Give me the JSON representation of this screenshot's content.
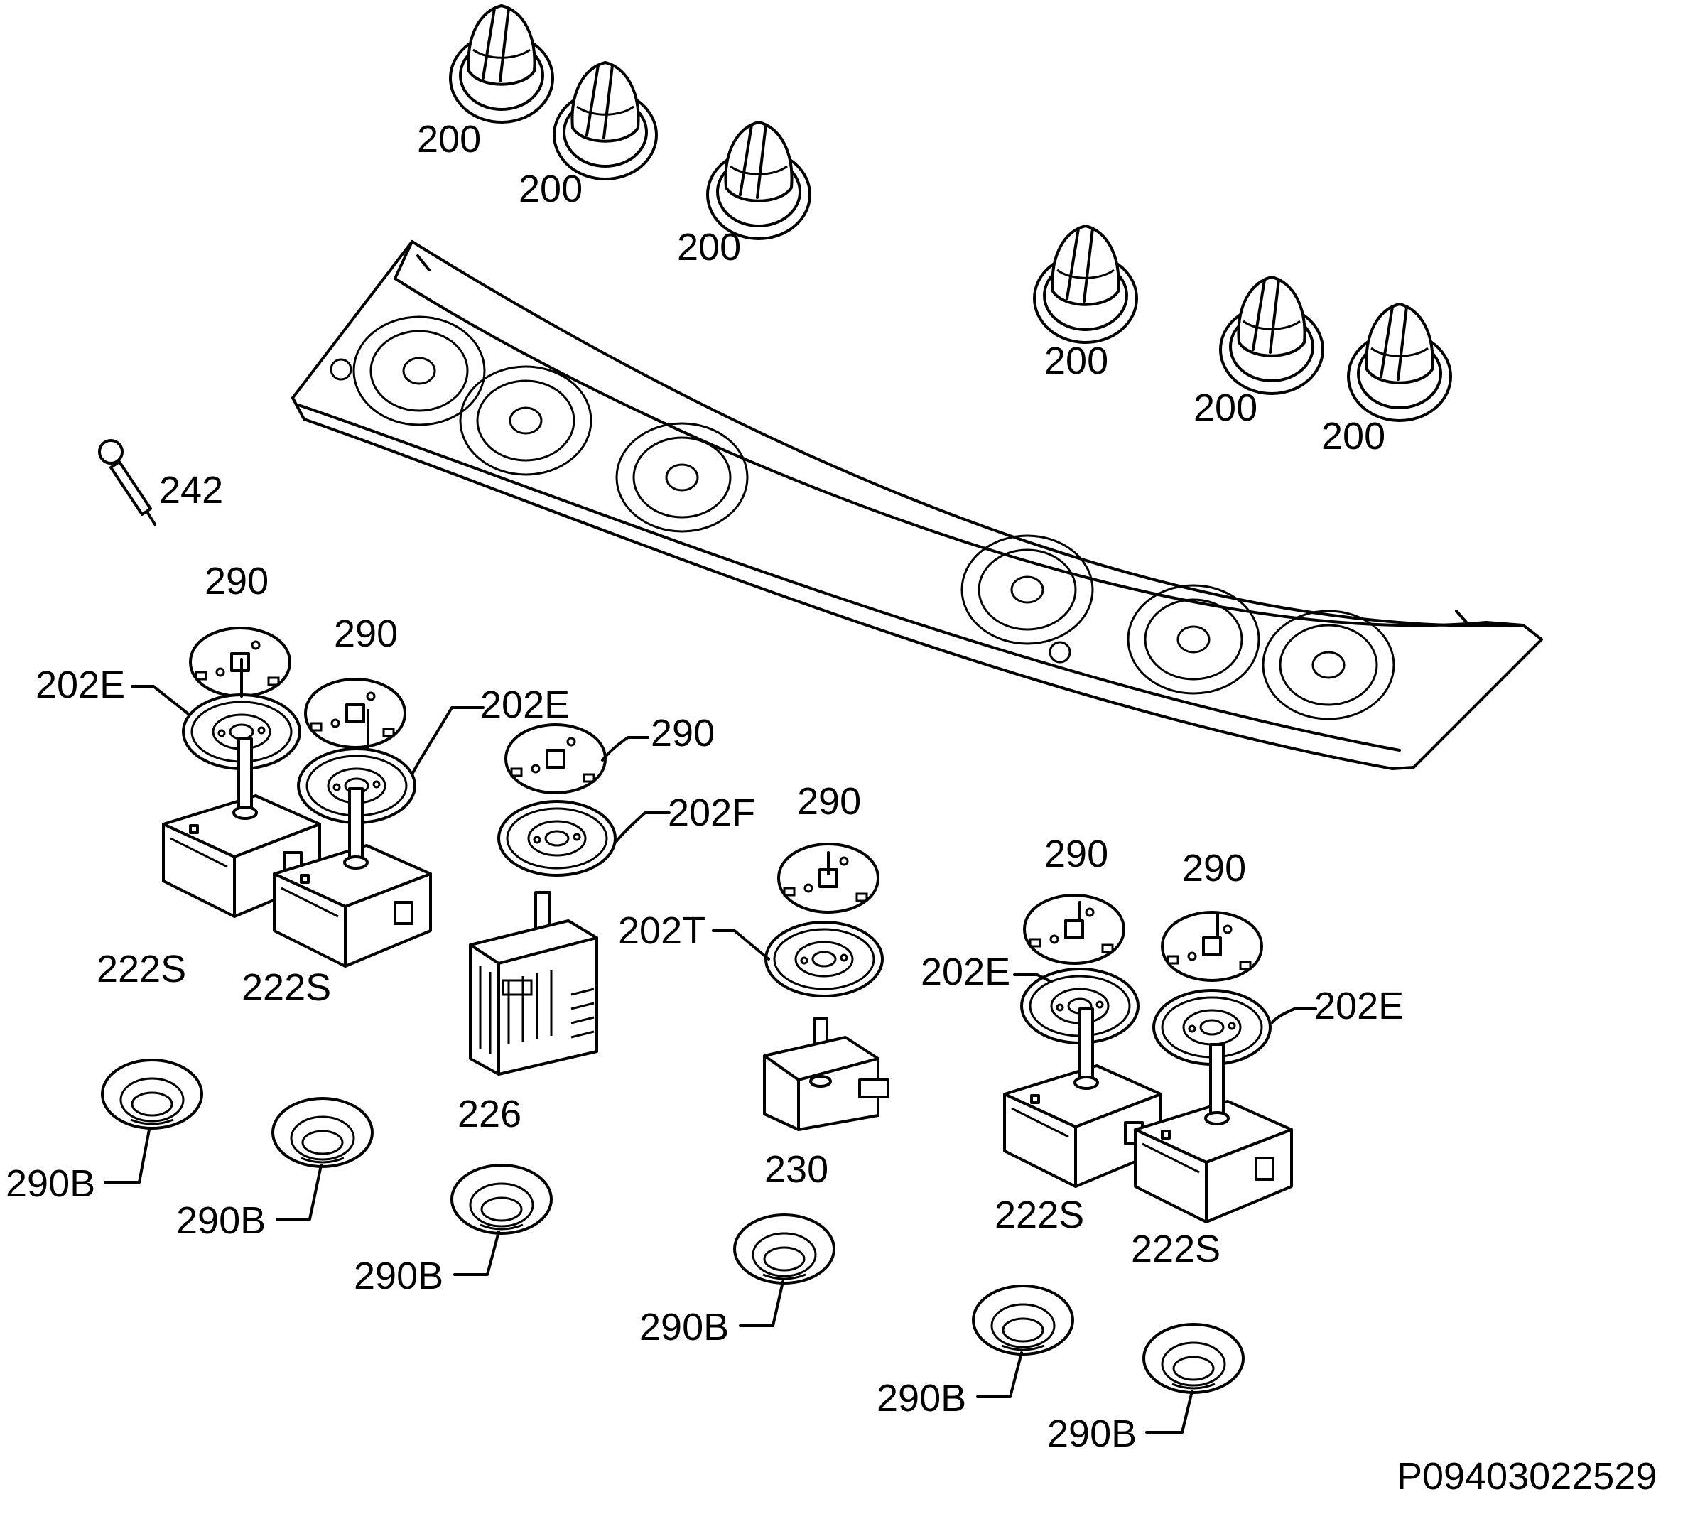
{
  "labels": {
    "knob": "200",
    "ignition": "242",
    "spindle_plate": "290",
    "bezel_e": "202E",
    "bezel_f": "202F",
    "bezel_t": "202T",
    "energy_regulator": "222S",
    "selector_switch": "226",
    "thermostat": "230",
    "bush": "290B"
  },
  "document_id": "P09403022529"
}
